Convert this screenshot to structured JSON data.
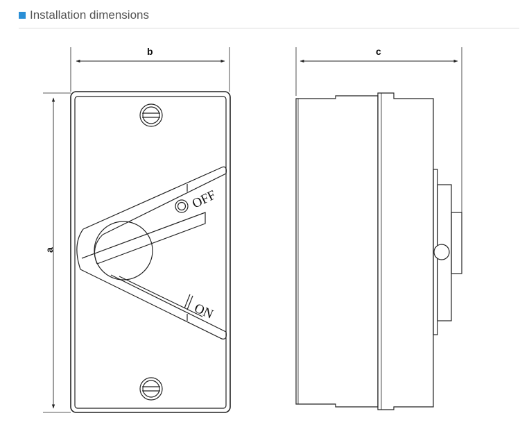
{
  "header": {
    "title": "Installation dimensions",
    "marker_color": "#2a8fd6"
  },
  "diagram": {
    "front_view": {
      "dimensions": {
        "width_label": "b",
        "height_label": "a"
      },
      "switch_labels": {
        "off": "OFF",
        "on": "ON"
      }
    },
    "side_view": {
      "dimensions": {
        "depth_label": "c"
      }
    }
  }
}
